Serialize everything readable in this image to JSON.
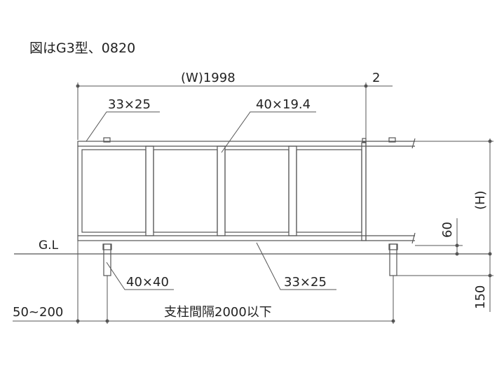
{
  "caption": "図はG3型、0820",
  "dims": {
    "width": "(W)1998",
    "gap": "2",
    "top_rail": "33×25",
    "mid_bar": "40×19.4",
    "post": "40×40",
    "bottom_rail": "33×25",
    "ground": "G.L",
    "offset": "50~200",
    "spacing": "支柱間隔2000以下",
    "height": "(H)",
    "h60": "60",
    "h150": "150"
  }
}
